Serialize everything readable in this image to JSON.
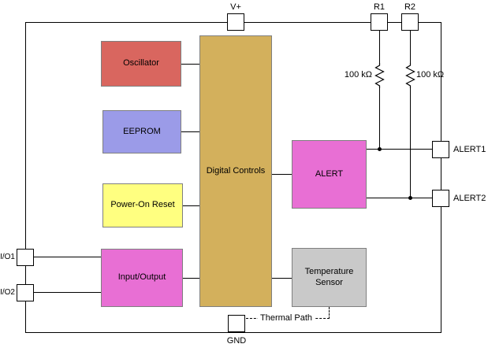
{
  "diagram": {
    "blocks": [
      {
        "label": "Oscillator",
        "color": "#d9665f"
      },
      {
        "label": "EEPROM",
        "color": "#9b9be8"
      },
      {
        "label": "Power-On Reset",
        "color": "#ffff80"
      },
      {
        "label": "Input/Output",
        "color": "#e86fd4"
      },
      {
        "label": "Digital Controls",
        "color": "#d3b05c"
      },
      {
        "label": "ALERT",
        "color": "#e86fd4"
      },
      {
        "label": "Temperature Sensor",
        "color": "#c9c9c9"
      }
    ],
    "pins": [
      {
        "label": "V+"
      },
      {
        "label": "R1"
      },
      {
        "label": "R2"
      },
      {
        "label": "ALERT1"
      },
      {
        "label": "ALERT2"
      },
      {
        "label": "I/O1"
      },
      {
        "label": "I/O2"
      },
      {
        "label": "GND"
      }
    ],
    "resistors": [
      {
        "label": "100 kΩ"
      },
      {
        "label": "100 kΩ"
      }
    ],
    "thermal_path_label": "Thermal Path",
    "line_color": "#000000"
  }
}
